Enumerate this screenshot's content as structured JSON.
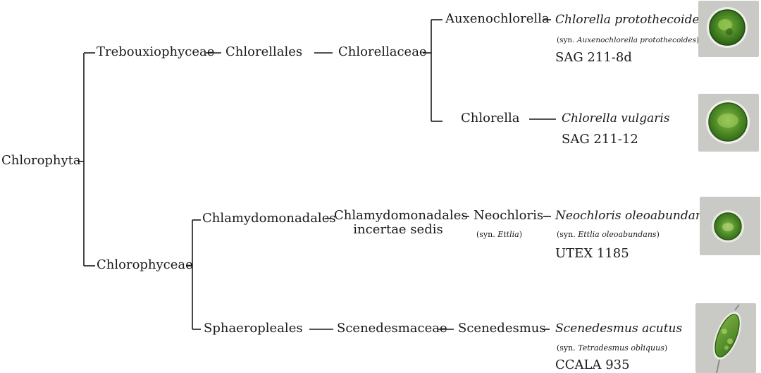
{
  "root": "Chlorophyta",
  "classes": {
    "treb": "Trebouxiophyceae",
    "chloro": "Chlorophyceae"
  },
  "orders": {
    "chlorellales": "Chlorellales",
    "chlamy": "Chlamydomonadales",
    "sphaero": "Sphaeropleales"
  },
  "families": {
    "chlorellaceae": "Chlorellaceae",
    "chlamy_is_1": "Chlamydomonadales",
    "chlamy_is_2": "incertae sedis",
    "scenedesmaceae": "Scenedesmaceae"
  },
  "genera": {
    "auxeno": "Auxenochlorella",
    "chlorella": "Chlorella",
    "neochloris": "Neochloris",
    "neochloris_syn_prefix": "(syn. ",
    "neochloris_syn_name": "Ettlia",
    "neochloris_syn_suffix": ")",
    "scenedesmus": "Scenedesmus"
  },
  "species": {
    "protothecoides": {
      "name": "Chlorella protothecoides",
      "syn_prefix": "(syn. ",
      "syn_name": "Auxenochlorella protothecoides",
      "syn_suffix": ")",
      "strain": "SAG 211-8d"
    },
    "vulgaris": {
      "name": "Chlorella vulgaris",
      "strain": "SAG 211-12"
    },
    "oleoabundans": {
      "name": "Neochloris oleoabundans",
      "syn_prefix": "(syn. ",
      "syn_name": "Ettlia oleoabundans",
      "syn_suffix": ")",
      "strain": "UTEX 1185"
    },
    "acutus": {
      "name": "Scenedesmus acutus",
      "syn_prefix": "(syn. ",
      "syn_name": "Tetradesmus obliquus",
      "syn_suffix": ")",
      "strain": "CCALA 935"
    }
  },
  "colors": {
    "line": "#1a1a1a",
    "cell_green": "#4f8f2c",
    "photo_bg": "#c9cac6"
  }
}
